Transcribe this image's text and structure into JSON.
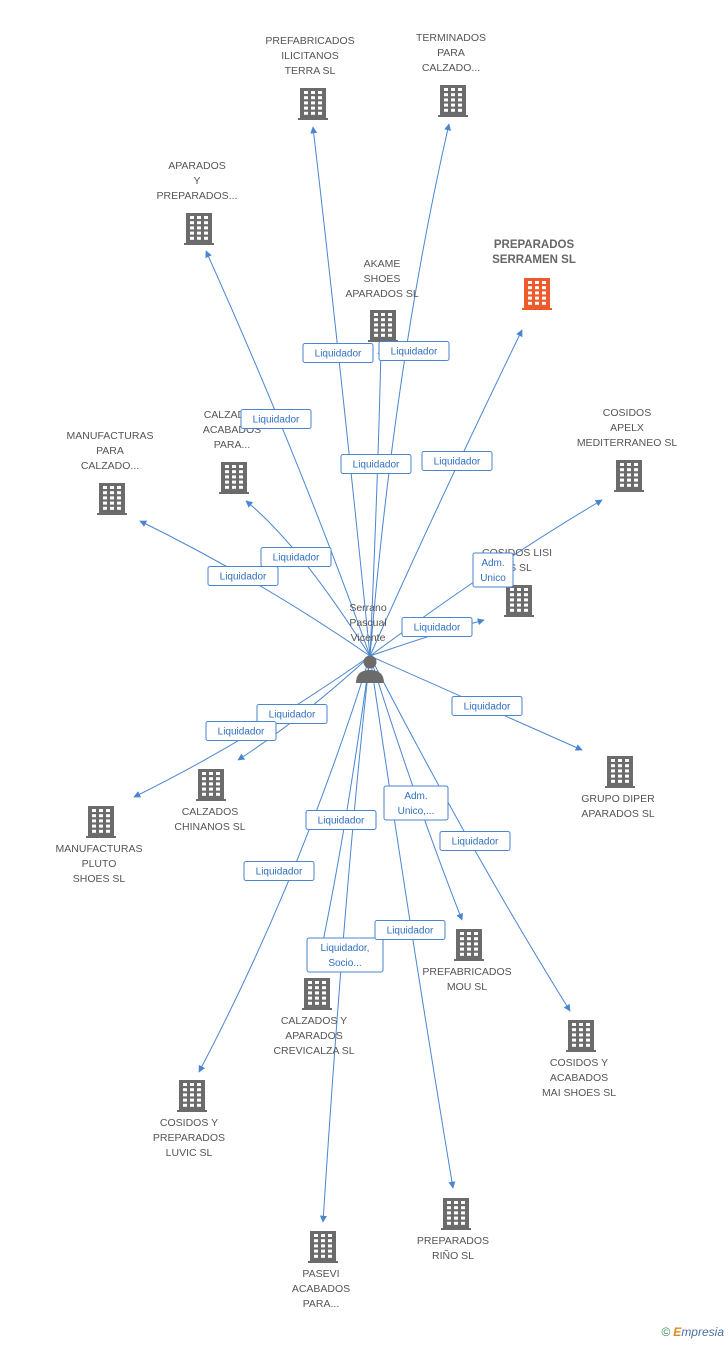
{
  "colors": {
    "edge": "#4a86d0",
    "building": "#6b6b6b",
    "building_main": "#ee5a2c",
    "person": "#6b6b6b"
  },
  "person": {
    "lines": [
      "Serrano",
      "Pascual",
      "Vicente"
    ]
  },
  "companies": [
    {
      "id": "c1",
      "lines": [
        "PREFABRICADOS",
        "ILICITANOS",
        "TERRA SL"
      ],
      "main": false
    },
    {
      "id": "c2",
      "lines": [
        "TERMINADOS",
        "PARA",
        "CALZADO..."
      ],
      "main": false
    },
    {
      "id": "c3",
      "lines": [
        "APARADOS",
        "Y",
        "PREPARADOS..."
      ],
      "main": false
    },
    {
      "id": "c4",
      "lines": [
        "PREPARADOS",
        "SERRAMEN SL"
      ],
      "main": true
    },
    {
      "id": "c5",
      "lines": [
        "AKAME",
        "SHOES",
        "APARADOS SL"
      ],
      "main": false
    },
    {
      "id": "c6",
      "lines": [
        "CALZADOS",
        "ACABADOS",
        "PARA..."
      ],
      "main": false
    },
    {
      "id": "c7",
      "lines": [
        "MANUFACTURAS",
        "PARA",
        "CALZADO..."
      ],
      "main": false
    },
    {
      "id": "c8",
      "lines": [
        "COSIDOS",
        "APELX",
        "MEDITERRANEO SL"
      ],
      "main": false
    },
    {
      "id": "c9",
      "lines": [
        "COSIDOS LISI",
        "SS SL"
      ],
      "main": false
    },
    {
      "id": "c10",
      "lines": [
        "CALZADOS",
        "CHINANOS SL"
      ],
      "main": false
    },
    {
      "id": "c11",
      "lines": [
        "MANUFACTURAS",
        "PLUTO",
        "SHOES SL"
      ],
      "main": false
    },
    {
      "id": "c12",
      "lines": [
        "GRUPO DIPER",
        "APARADOS SL"
      ],
      "main": false
    },
    {
      "id": "c13",
      "lines": [
        "PREFABRICADOS",
        "MOU SL"
      ],
      "main": false
    },
    {
      "id": "c14",
      "lines": [
        "CALZADOS Y",
        "APARADOS",
        "CREVICALZA SL"
      ],
      "main": false
    },
    {
      "id": "c15",
      "lines": [
        "COSIDOS Y",
        "ACABADOS",
        "MAI SHOES SL"
      ],
      "main": false
    },
    {
      "id": "c16",
      "lines": [
        "COSIDOS Y",
        "PREPARADOS",
        "LUVIC SL"
      ],
      "main": false
    },
    {
      "id": "c17",
      "lines": [
        "PREPARADOS",
        "RIÑO SL"
      ],
      "main": false
    },
    {
      "id": "c18",
      "lines": [
        "PASEVI",
        "ACABADOS",
        "PARA..."
      ],
      "main": false
    }
  ],
  "relations": [
    {
      "target": "c1",
      "lines": [
        "Liquidador"
      ]
    },
    {
      "target": "c2",
      "lines": [
        "Liquidador"
      ]
    },
    {
      "target": "c3",
      "lines": [
        "Liquidador"
      ]
    },
    {
      "target": "c4",
      "lines": [
        "Liquidador"
      ]
    },
    {
      "target": "c5",
      "lines": [
        "Liquidador"
      ]
    },
    {
      "target": "c6",
      "lines": [
        "Liquidador"
      ]
    },
    {
      "target": "c7",
      "lines": [
        "Liquidador"
      ]
    },
    {
      "target": "c8",
      "lines": [
        "Adm.",
        "Unico"
      ]
    },
    {
      "target": "c9",
      "lines": [
        "Liquidador"
      ]
    },
    {
      "target": "c10",
      "lines": [
        "Liquidador"
      ]
    },
    {
      "target": "c11",
      "lines": [
        "Liquidador"
      ]
    },
    {
      "target": "c12",
      "lines": [
        "Liquidador"
      ]
    },
    {
      "target": "c13",
      "lines": [
        "Adm.",
        "Unico,..."
      ]
    },
    {
      "target": "c14",
      "lines": [
        "Liquidador,",
        "Socio..."
      ]
    },
    {
      "target": "c15",
      "lines": [
        "Liquidador"
      ]
    },
    {
      "target": "c16",
      "lines": [
        "Liquidador"
      ]
    },
    {
      "target": "c17",
      "lines": [
        "Liquidador"
      ]
    },
    {
      "target": "c18",
      "lines": [
        "Liquidador"
      ]
    }
  ],
  "footer": {
    "copyright": "©",
    "brand_first": "E",
    "brand_rest": "mpresia"
  }
}
